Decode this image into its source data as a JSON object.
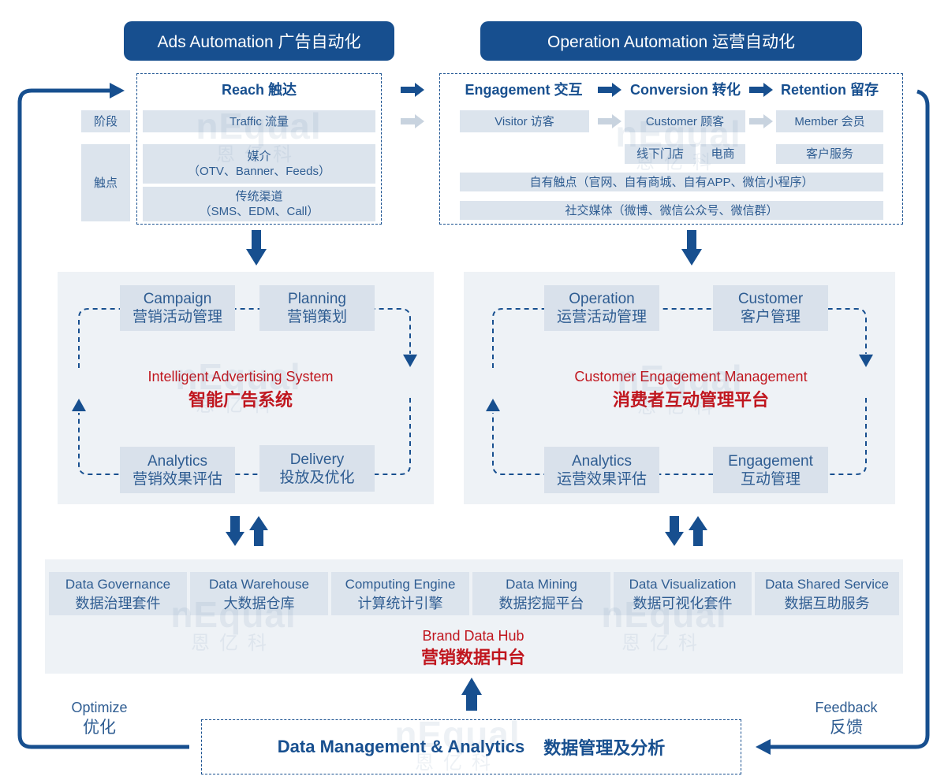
{
  "top_headers": {
    "ads": "Ads Automation 广告自动化",
    "operation": "Operation Automation 运营自动化"
  },
  "side_labels": {
    "stage": "阶段",
    "touchpoint": "触点"
  },
  "reach": {
    "title": "Reach 触达",
    "traffic": "Traffic 流量",
    "media": {
      "line1": "媒介",
      "line2": "（OTV、Banner、Feeds）"
    },
    "traditional": {
      "line1": "传统渠道",
      "line2": "（SMS、EDM、Call）"
    }
  },
  "operation_flow": {
    "stages": {
      "engagement": "Engagement 交互",
      "conversion": "Conversion 转化",
      "retention": "Retention 留存"
    },
    "roles": {
      "visitor": "Visitor 访客",
      "customer": "Customer 顾客",
      "member": "Member 会员"
    },
    "touchpoints": {
      "offline_store": "线下门店",
      "ecommerce": "电商",
      "customer_service": "客户服务",
      "owned": "自有触点（官网、自有商城、自有APP、微信小程序）",
      "social": "社交媒体（微博、微信公众号、微信群）"
    }
  },
  "ads_system": {
    "title_en": "Intelligent Advertising System",
    "title_cn": "智能广告系统",
    "modules": {
      "campaign": {
        "en": "Campaign",
        "cn": "营销活动管理"
      },
      "planning": {
        "en": "Planning",
        "cn": "营销策划"
      },
      "analytics": {
        "en": "Analytics",
        "cn": "营销效果评估"
      },
      "delivery": {
        "en": "Delivery",
        "cn": "投放及优化"
      }
    }
  },
  "engagement_system": {
    "title_en": "Customer Engagement Management",
    "title_cn": "消费者互动管理平台",
    "modules": {
      "operation": {
        "en": "Operation",
        "cn": "运营活动管理"
      },
      "customer": {
        "en": "Customer",
        "cn": "客户管理"
      },
      "analytics": {
        "en": "Analytics",
        "cn": "运营效果评估"
      },
      "engagement": {
        "en": "Engagement",
        "cn": "互动管理"
      }
    }
  },
  "data_hub": {
    "title_en": "Brand Data Hub",
    "title_cn": "营销数据中台",
    "modules": [
      {
        "en": "Data Governance",
        "cn": "数据治理套件"
      },
      {
        "en": "Data Warehouse",
        "cn": "大数据仓库"
      },
      {
        "en": "Computing Engine",
        "cn": "计算统计引擎"
      },
      {
        "en": "Data Mining",
        "cn": "数据挖掘平台"
      },
      {
        "en": "Data Visualization",
        "cn": "数据可视化套件"
      },
      {
        "en": "Data Shared Service",
        "cn": "数据互助服务"
      }
    ]
  },
  "data_management": {
    "en": "Data Management & Analytics",
    "cn": "数据管理及分析"
  },
  "loop_labels": {
    "optimize": {
      "en": "Optimize",
      "cn": "优化"
    },
    "feedback": {
      "en": "Feedback",
      "cn": "反馈"
    }
  },
  "watermark": {
    "brand": "nEqual",
    "cn": "恩亿科"
  },
  "colors": {
    "primary": "#174f8f",
    "accent_red": "#c0161e",
    "box_fill": "#dce4ed",
    "panel_fill": "#eef2f6",
    "light_arrow": "#c8d3df",
    "text": "#2f5d92"
  }
}
